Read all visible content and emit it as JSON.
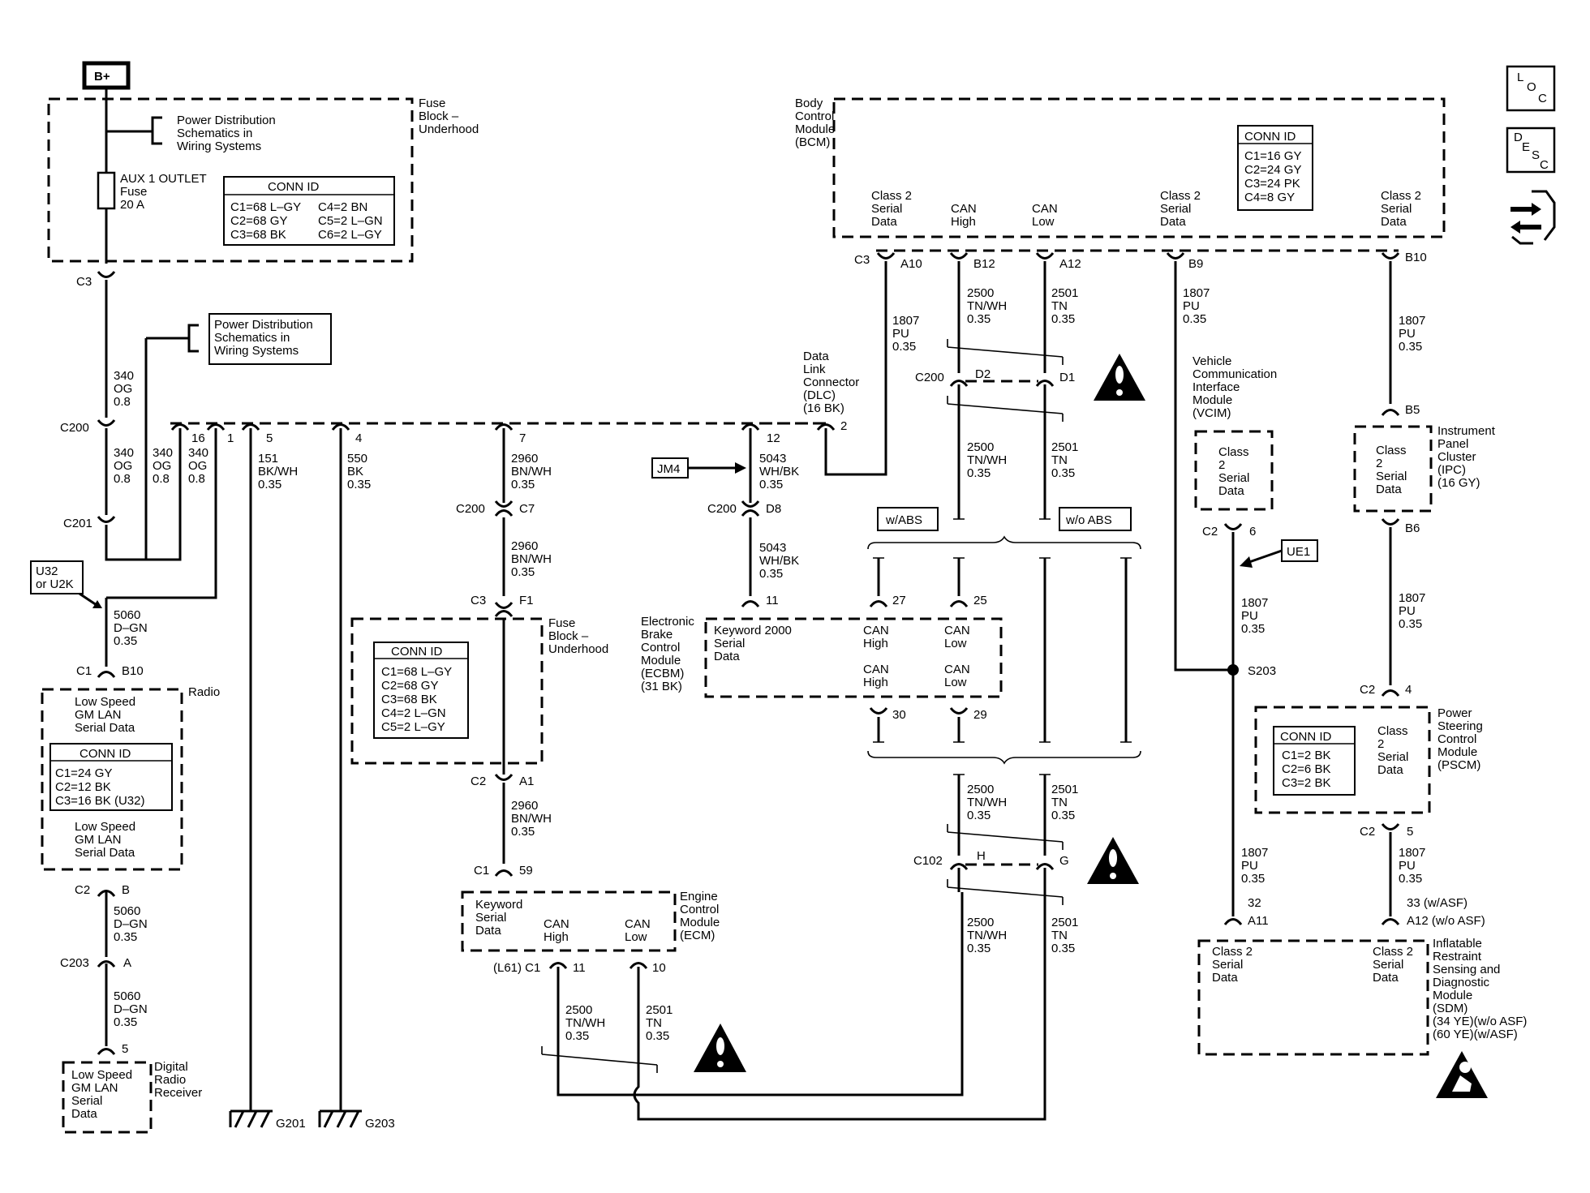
{
  "battery": {
    "label": "B+"
  },
  "fuse_block_top": {
    "title": [
      "Fuse",
      "Block –",
      "Underhood"
    ],
    "pds_ref": [
      "Power Distribution",
      "Schematics in",
      "Wiring Systems"
    ],
    "fuse_label": [
      "AUX 1 OUTLET",
      "Fuse",
      "20 A"
    ],
    "conn_id": {
      "title": "CONN ID",
      "lines": [
        "C1=68 L–GY",
        "C4=2 BN",
        "C2=68 GY",
        "C5=2 L–GN",
        "C3=68 BK",
        "C6=2 L–GY"
      ]
    }
  },
  "pds_ref2": [
    "Power Distribution",
    "Schematics in",
    "Wiring Systems"
  ],
  "option_tag": [
    "U32",
    "or U2K"
  ],
  "wire_labels": {
    "w340a": [
      "340",
      "OG",
      "0.8"
    ],
    "w340b": [
      "340",
      "OG",
      "0.8"
    ],
    "w340c": [
      "340",
      "OG",
      "0.8"
    ],
    "w340d": [
      "340",
      "OG",
      "0.8"
    ],
    "w151": [
      "151",
      "BK/WH",
      "0.35"
    ],
    "w550": [
      "550",
      "BK",
      "0.35"
    ],
    "w2960a": [
      "2960",
      "BN/WH",
      "0.35"
    ],
    "w2960b": [
      "2960",
      "BN/WH",
      "0.35"
    ],
    "w2960c": [
      "2960",
      "BN/WH",
      "0.35"
    ],
    "w5043a": [
      "5043",
      "WH/BK",
      "0.35"
    ],
    "w5043b": [
      "5043",
      "WH/BK",
      "0.35"
    ],
    "w5060a": [
      "5060",
      "D–GN",
      "0.35"
    ],
    "w5060b": [
      "5060",
      "D–GN",
      "0.35"
    ],
    "w5060c": [
      "5060",
      "D–GN",
      "0.35"
    ],
    "w1807a": [
      "1807",
      "PU",
      "0.35"
    ],
    "w1807b": [
      "1807",
      "PU",
      "0.35"
    ],
    "w1807c": [
      "1807",
      "PU",
      "0.35"
    ],
    "w1807d": [
      "1807",
      "PU",
      "0.35"
    ],
    "w1807e": [
      "1807",
      "PU",
      "0.35"
    ],
    "w1807f": [
      "1807",
      "PU",
      "0.35"
    ],
    "w1807g": [
      "1807",
      "PU",
      "0.35"
    ],
    "w2500a": [
      "2500",
      "TN/WH",
      "0.35"
    ],
    "w2500b": [
      "2500",
      "TN/WH",
      "0.35"
    ],
    "w2500c": [
      "2500",
      "TN/WH",
      "0.35"
    ],
    "w2500d": [
      "2500",
      "TN/WH",
      "0.35"
    ],
    "w2500e": [
      "2500",
      "TN/WH",
      "0.35"
    ],
    "w2501a": [
      "2501",
      "TN",
      "0.35"
    ],
    "w2501b": [
      "2501",
      "TN",
      "0.35"
    ],
    "w2501c": [
      "2501",
      "TN",
      "0.35"
    ],
    "w2501d": [
      "2501",
      "TN",
      "0.35"
    ],
    "w2501e": [
      "2501",
      "TN",
      "0.35"
    ]
  },
  "connectors": {
    "c3_top": "C3",
    "c200_left": "C200",
    "c201": "C201",
    "pin16": "16",
    "pin1": "1",
    "pin5": "5",
    "pin4": "4",
    "pin7": "7",
    "pin12": "12",
    "pin2": "2",
    "c200_c7": "C200",
    "c7": "C7",
    "c3_f1": "C3",
    "f1": "F1",
    "c2_a1": "C2",
    "a1": "A1",
    "c1_59": "C1",
    "pin59": "59",
    "c200_d8": "C200",
    "d8": "D8",
    "pin11_ebcm": "11",
    "c1_radio": "C1",
    "b10_radio": "B10",
    "c2_radio": "C2",
    "b_radio": "B",
    "c203": "C203",
    "a_c203": "A",
    "pin5_drr": "5",
    "l61_c1": "(L61) C1",
    "pin11_ecm": "11",
    "pin10_ecm": "10",
    "c3_bcm": "C3",
    "a10": "A10",
    "b12": "B12",
    "a12": "A12",
    "b9": "B9",
    "b10": "B10",
    "c200_d": "C200",
    "d2": "D2",
    "d1": "D1",
    "pin27": "27",
    "pin25": "25",
    "pin30": "30",
    "pin29": "29",
    "c102": "C102",
    "h": "H",
    "g": "G",
    "c2_vcim": "C2",
    "pin6": "6",
    "s203": "S203",
    "b5": "B5",
    "b6": "B6",
    "c2_pscm4": "C2",
    "pin4_pscm": "4",
    "c2_pscm5": "C2",
    "pin5_pscm": "5",
    "pin32": "32",
    "a11": "A11",
    "pin33": "33 (w/ASF)",
    "a12_sdm": "A12 (w/o ASF)",
    "g201": "G201",
    "g203": "G203"
  },
  "bcm": {
    "title": [
      "Body",
      "Control",
      "Module",
      "(BCM)"
    ],
    "pins": {
      "p1": [
        "Class 2",
        "Serial",
        "Data"
      ],
      "p2": [
        "CAN",
        "High"
      ],
      "p3": [
        "CAN",
        "Low"
      ],
      "p4": [
        "Class 2",
        "Serial",
        "Data"
      ],
      "p5": [
        "Class 2",
        "Serial",
        "Data"
      ]
    },
    "conn_id": {
      "title": "CONN ID",
      "lines": [
        "C1=16 GY",
        "C2=24 GY",
        "C3=24 PK",
        "C4=8 GY"
      ]
    }
  },
  "dlc": {
    "title": [
      "Data",
      "Link",
      "Connector",
      "(DLC)",
      "(16 BK)"
    ]
  },
  "jm4": "JM4",
  "ue1": "UE1",
  "radio": {
    "title": "Radio",
    "top": [
      "Low Speed",
      "GM LAN",
      "Serial Data"
    ],
    "bottom": [
      "Low Speed",
      "GM LAN",
      "Serial Data"
    ],
    "conn_id": {
      "title": "CONN ID",
      "lines": [
        "C1=24 GY",
        "C2=12 BK",
        "C3=16 BK (U32)"
      ]
    }
  },
  "drr": {
    "title": [
      "Digital",
      "Radio",
      "Receiver"
    ],
    "inner": [
      "Low Speed",
      "GM LAN",
      "Serial",
      "Data"
    ]
  },
  "fuse_block_mid": {
    "title": [
      "Fuse",
      "Block –",
      "Underhood"
    ],
    "conn_id": {
      "title": "CONN ID",
      "lines": [
        "C1=68 L–GY",
        "C2=68 GY",
        "C3=68 BK",
        "C4=2 L–GN",
        "C5=2 L–GY"
      ]
    }
  },
  "ebcm": {
    "title": [
      "Electronic",
      "Brake",
      "Control",
      "Module",
      "(ECBM)",
      "(31 BK)"
    ],
    "kw": [
      "Keyword 2000",
      "Serial",
      "Data"
    ],
    "canh1": [
      "CAN",
      "High"
    ],
    "canl1": [
      "CAN",
      "Low"
    ],
    "canh2": [
      "CAN",
      "High"
    ],
    "canl2": [
      "CAN",
      "Low"
    ]
  },
  "abs": {
    "with": "w/ABS",
    "without": "w/o ABS"
  },
  "ecm": {
    "title": [
      "Engine",
      "Control",
      "Module",
      "(ECM)"
    ],
    "kw": [
      "Keyword",
      "Serial",
      "Data"
    ],
    "canh": [
      "CAN",
      "High"
    ],
    "canl": [
      "CAN",
      "Low"
    ]
  },
  "vcim": {
    "title": [
      "Vehicle",
      "Communication",
      "Interface",
      "Module",
      "(VCIM)"
    ],
    "inner": [
      "Class",
      "2",
      "Serial",
      "Data"
    ]
  },
  "ipc": {
    "title": [
      "Instrument",
      "Panel",
      "Cluster",
      "(IPC)",
      "(16 GY)"
    ],
    "inner": [
      "Class",
      "2",
      "Serial",
      "Data"
    ]
  },
  "pscm": {
    "title": [
      "Power",
      "Steering",
      "Control",
      "Module",
      "(PSCM)"
    ],
    "inner": [
      "Class",
      "2",
      "Serial",
      "Data"
    ],
    "conn_id": {
      "title": "CONN ID",
      "lines": [
        "C1=2 BK",
        "C2=6 BK",
        "C3=2 BK"
      ]
    }
  },
  "sdm": {
    "title": [
      "Inflatable",
      "Restraint",
      "Sensing and",
      "Diagnostic",
      "Module",
      "(SDM)",
      "(34 YE)(w/o ASF)",
      "(60 YE)(w/ASF)"
    ],
    "left": [
      "Class 2",
      "Serial",
      "Data"
    ],
    "right": [
      "Class 2",
      "Serial",
      "Data"
    ]
  },
  "icons": {
    "loc": [
      "L",
      "O",
      "C"
    ],
    "desc": [
      "D",
      "E",
      "S",
      "C"
    ],
    "nav": "connector-flow-icon",
    "warn": "warning-triangle-icon",
    "airbag": "airbag-warning-icon"
  }
}
